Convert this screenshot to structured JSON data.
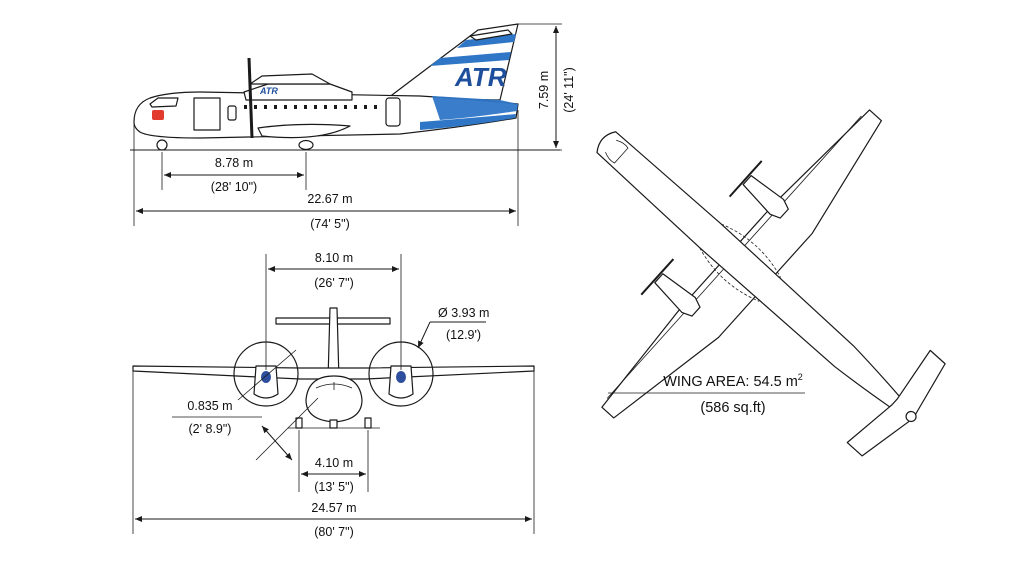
{
  "colors": {
    "stripe_blue": "#2f76c7",
    "logo_blue": "#1d4f9c",
    "engine_blue": "#2d4f9e",
    "logo_red": "#e23b2e",
    "line": "#1a1a1a"
  },
  "side_view": {
    "tail_logo": "ATR",
    "fuselage_logo": "ATR",
    "height": {
      "metric": "7.59 m",
      "imperial": "(24' 11\")"
    },
    "wheelbase": {
      "metric": "8.78 m",
      "imperial": "(28' 10\")"
    },
    "length": {
      "metric": "22.67 m",
      "imperial": "(74' 5\")"
    }
  },
  "front_view": {
    "engine_spacing": {
      "metric": "8.10 m",
      "imperial": "(26' 7\")"
    },
    "propeller_diameter": {
      "metric": "Ø 3.93 m",
      "imperial": "(12.9')"
    },
    "ground_clearance": {
      "metric": "0.835 m",
      "imperial": "(2' 8.9\")"
    },
    "main_gear_track": {
      "metric": "4.10 m",
      "imperial": "(13' 5\")"
    },
    "wingspan": {
      "metric": "24.57 m",
      "imperial": "(80' 7\")"
    }
  },
  "top_view": {
    "wing_area_label": "WING AREA: 54.5 m",
    "wing_area_superscript": "2",
    "wing_area_imperial": "(586 sq.ft)"
  }
}
